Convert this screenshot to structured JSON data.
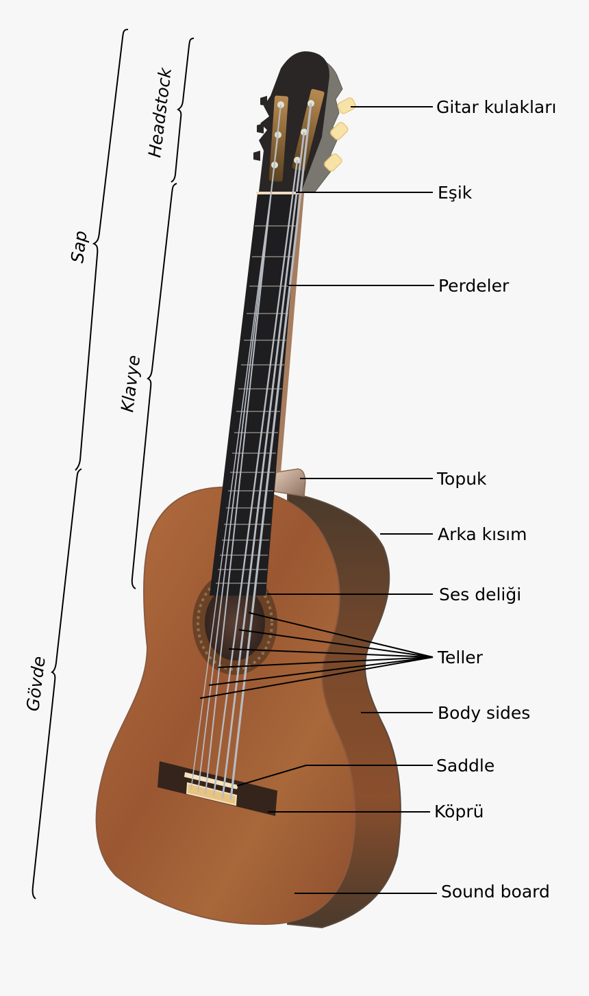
{
  "diagram": {
    "subject": "Classical guitar anatomy",
    "background": "#f7f7f7",
    "colors": {
      "soundboard": "#a4633a",
      "sides": "#4a3a2c",
      "fretboard": "#1e1e20",
      "headstock": "#2a2625",
      "tuner_pegs": "#f7e3a8",
      "bridge": "#34241c",
      "saddle": "#f5e3c0",
      "heel": "#c4a48a",
      "strings": "#b8bcc2",
      "leader_lines": "#000000"
    },
    "labels": [
      {
        "id": "tuners",
        "text": "Gitar kulakları"
      },
      {
        "id": "nut",
        "text": "Eşik"
      },
      {
        "id": "frets",
        "text": "Perdeler"
      },
      {
        "id": "heel",
        "text": "Topuk"
      },
      {
        "id": "back",
        "text": "Arka kısım"
      },
      {
        "id": "soundhole",
        "text": "Ses deliği"
      },
      {
        "id": "strings",
        "text": "Teller"
      },
      {
        "id": "sides",
        "text": "Body sides"
      },
      {
        "id": "saddle",
        "text": "Saddle"
      },
      {
        "id": "bridge",
        "text": "Köprü"
      },
      {
        "id": "soundboard",
        "text": "Sound board"
      }
    ],
    "brackets": [
      {
        "id": "neck",
        "text": "Sap"
      },
      {
        "id": "headstock",
        "text": "Headstock"
      },
      {
        "id": "fingerboard",
        "text": "Klavye"
      },
      {
        "id": "body",
        "text": "Gövde"
      }
    ]
  }
}
